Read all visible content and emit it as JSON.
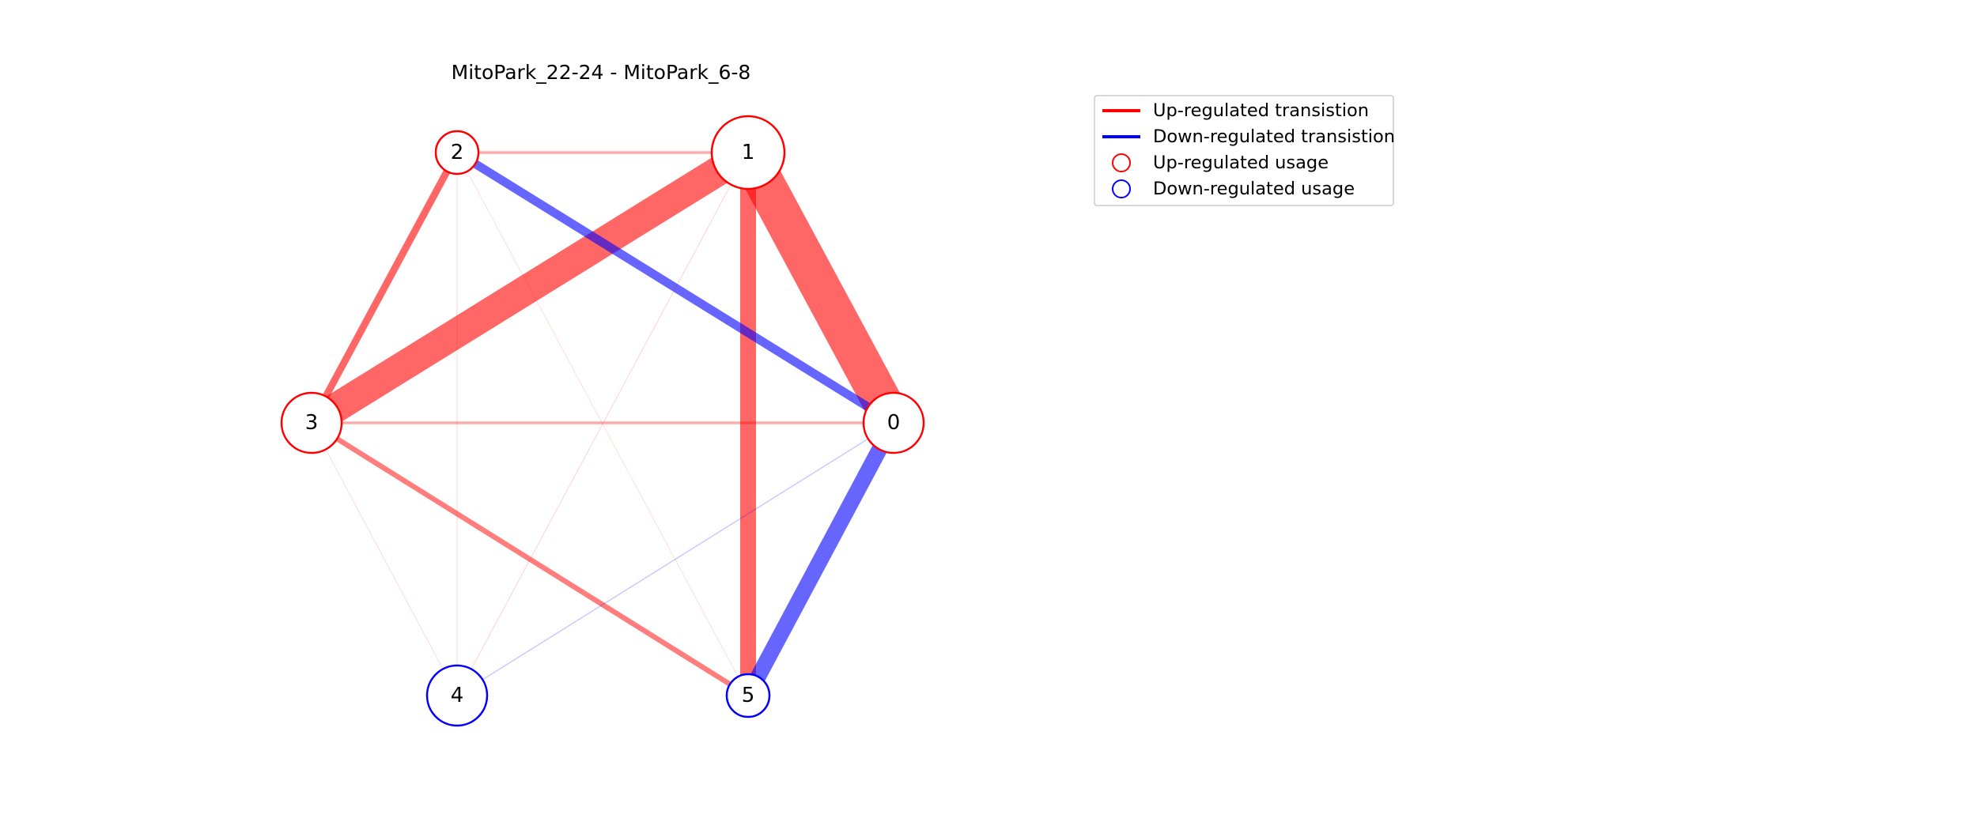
{
  "title": "MitoPark_22-24 - MitoPark_6-8",
  "colors": {
    "up": "#ff0000",
    "down": "#0000ff",
    "node_fill": "#ffffff",
    "legend_border": "#cccccc"
  },
  "nodes": [
    {
      "id": "0",
      "label": "0",
      "usage": "up",
      "size": "medium"
    },
    {
      "id": "1",
      "label": "1",
      "usage": "up",
      "size": "large"
    },
    {
      "id": "2",
      "label": "2",
      "usage": "up",
      "size": "small"
    },
    {
      "id": "3",
      "label": "3",
      "usage": "up",
      "size": "medium"
    },
    {
      "id": "4",
      "label": "4",
      "usage": "down",
      "size": "medium"
    },
    {
      "id": "5",
      "label": "5",
      "usage": "down",
      "size": "small"
    }
  ],
  "edges": [
    {
      "source": "0",
      "target": "1",
      "direction": "up",
      "weight": 1.0
    },
    {
      "source": "1",
      "target": "3",
      "direction": "up",
      "weight": 0.75
    },
    {
      "source": "1",
      "target": "5",
      "direction": "up",
      "weight": 0.4
    },
    {
      "source": "0",
      "target": "5",
      "direction": "down",
      "weight": 0.4
    },
    {
      "source": "0",
      "target": "2",
      "direction": "down",
      "weight": 0.22
    },
    {
      "source": "2",
      "target": "3",
      "direction": "up",
      "weight": 0.18
    },
    {
      "source": "3",
      "target": "5",
      "direction": "up",
      "weight": 0.13
    },
    {
      "source": "1",
      "target": "2",
      "direction": "up",
      "weight": 0.07
    },
    {
      "source": "0",
      "target": "3",
      "direction": "up",
      "weight": 0.07
    },
    {
      "source": "0",
      "target": "4",
      "direction": "down",
      "weight": 0.03
    },
    {
      "source": "1",
      "target": "4",
      "direction": "up",
      "weight": 0.02
    },
    {
      "source": "2",
      "target": "4",
      "direction": "up",
      "weight": 0.015
    },
    {
      "source": "3",
      "target": "4",
      "direction": "up",
      "weight": 0.01
    },
    {
      "source": "2",
      "target": "5",
      "direction": "up",
      "weight": 0.005
    }
  ],
  "legend": {
    "placement": "upper-right-of-graph",
    "items": [
      {
        "label": "Up-regulated transistion",
        "kind": "line",
        "color": "up"
      },
      {
        "label": "Down-regulated transistion",
        "kind": "line",
        "color": "down"
      },
      {
        "label": "Up-regulated usage",
        "kind": "circle",
        "color": "up"
      },
      {
        "label": "Down-regulated usage",
        "kind": "circle",
        "color": "down"
      }
    ]
  }
}
